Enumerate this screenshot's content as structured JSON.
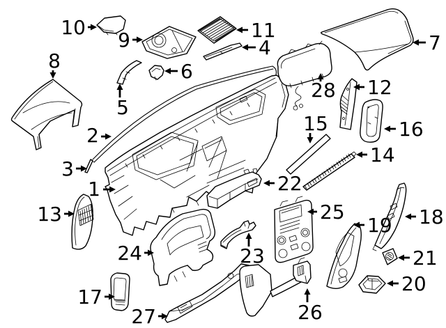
{
  "diagram": {
    "background_color": "#ffffff",
    "line_color": "#000000",
    "callouts": [
      {
        "label": "1"
      },
      {
        "label": "2"
      },
      {
        "label": "3"
      },
      {
        "label": "4"
      },
      {
        "label": "5"
      },
      {
        "label": "6"
      },
      {
        "label": "7"
      },
      {
        "label": "8"
      },
      {
        "label": "9"
      },
      {
        "label": "10"
      },
      {
        "label": "11"
      },
      {
        "label": "12"
      },
      {
        "label": "13"
      },
      {
        "label": "14"
      },
      {
        "label": "15"
      },
      {
        "label": "16"
      },
      {
        "label": "17"
      },
      {
        "label": "18"
      },
      {
        "label": "19"
      },
      {
        "label": "20"
      },
      {
        "label": "21"
      },
      {
        "label": "22"
      },
      {
        "label": "23"
      },
      {
        "label": "24"
      },
      {
        "label": "25"
      },
      {
        "label": "26"
      },
      {
        "label": "27"
      },
      {
        "label": "28"
      }
    ]
  }
}
